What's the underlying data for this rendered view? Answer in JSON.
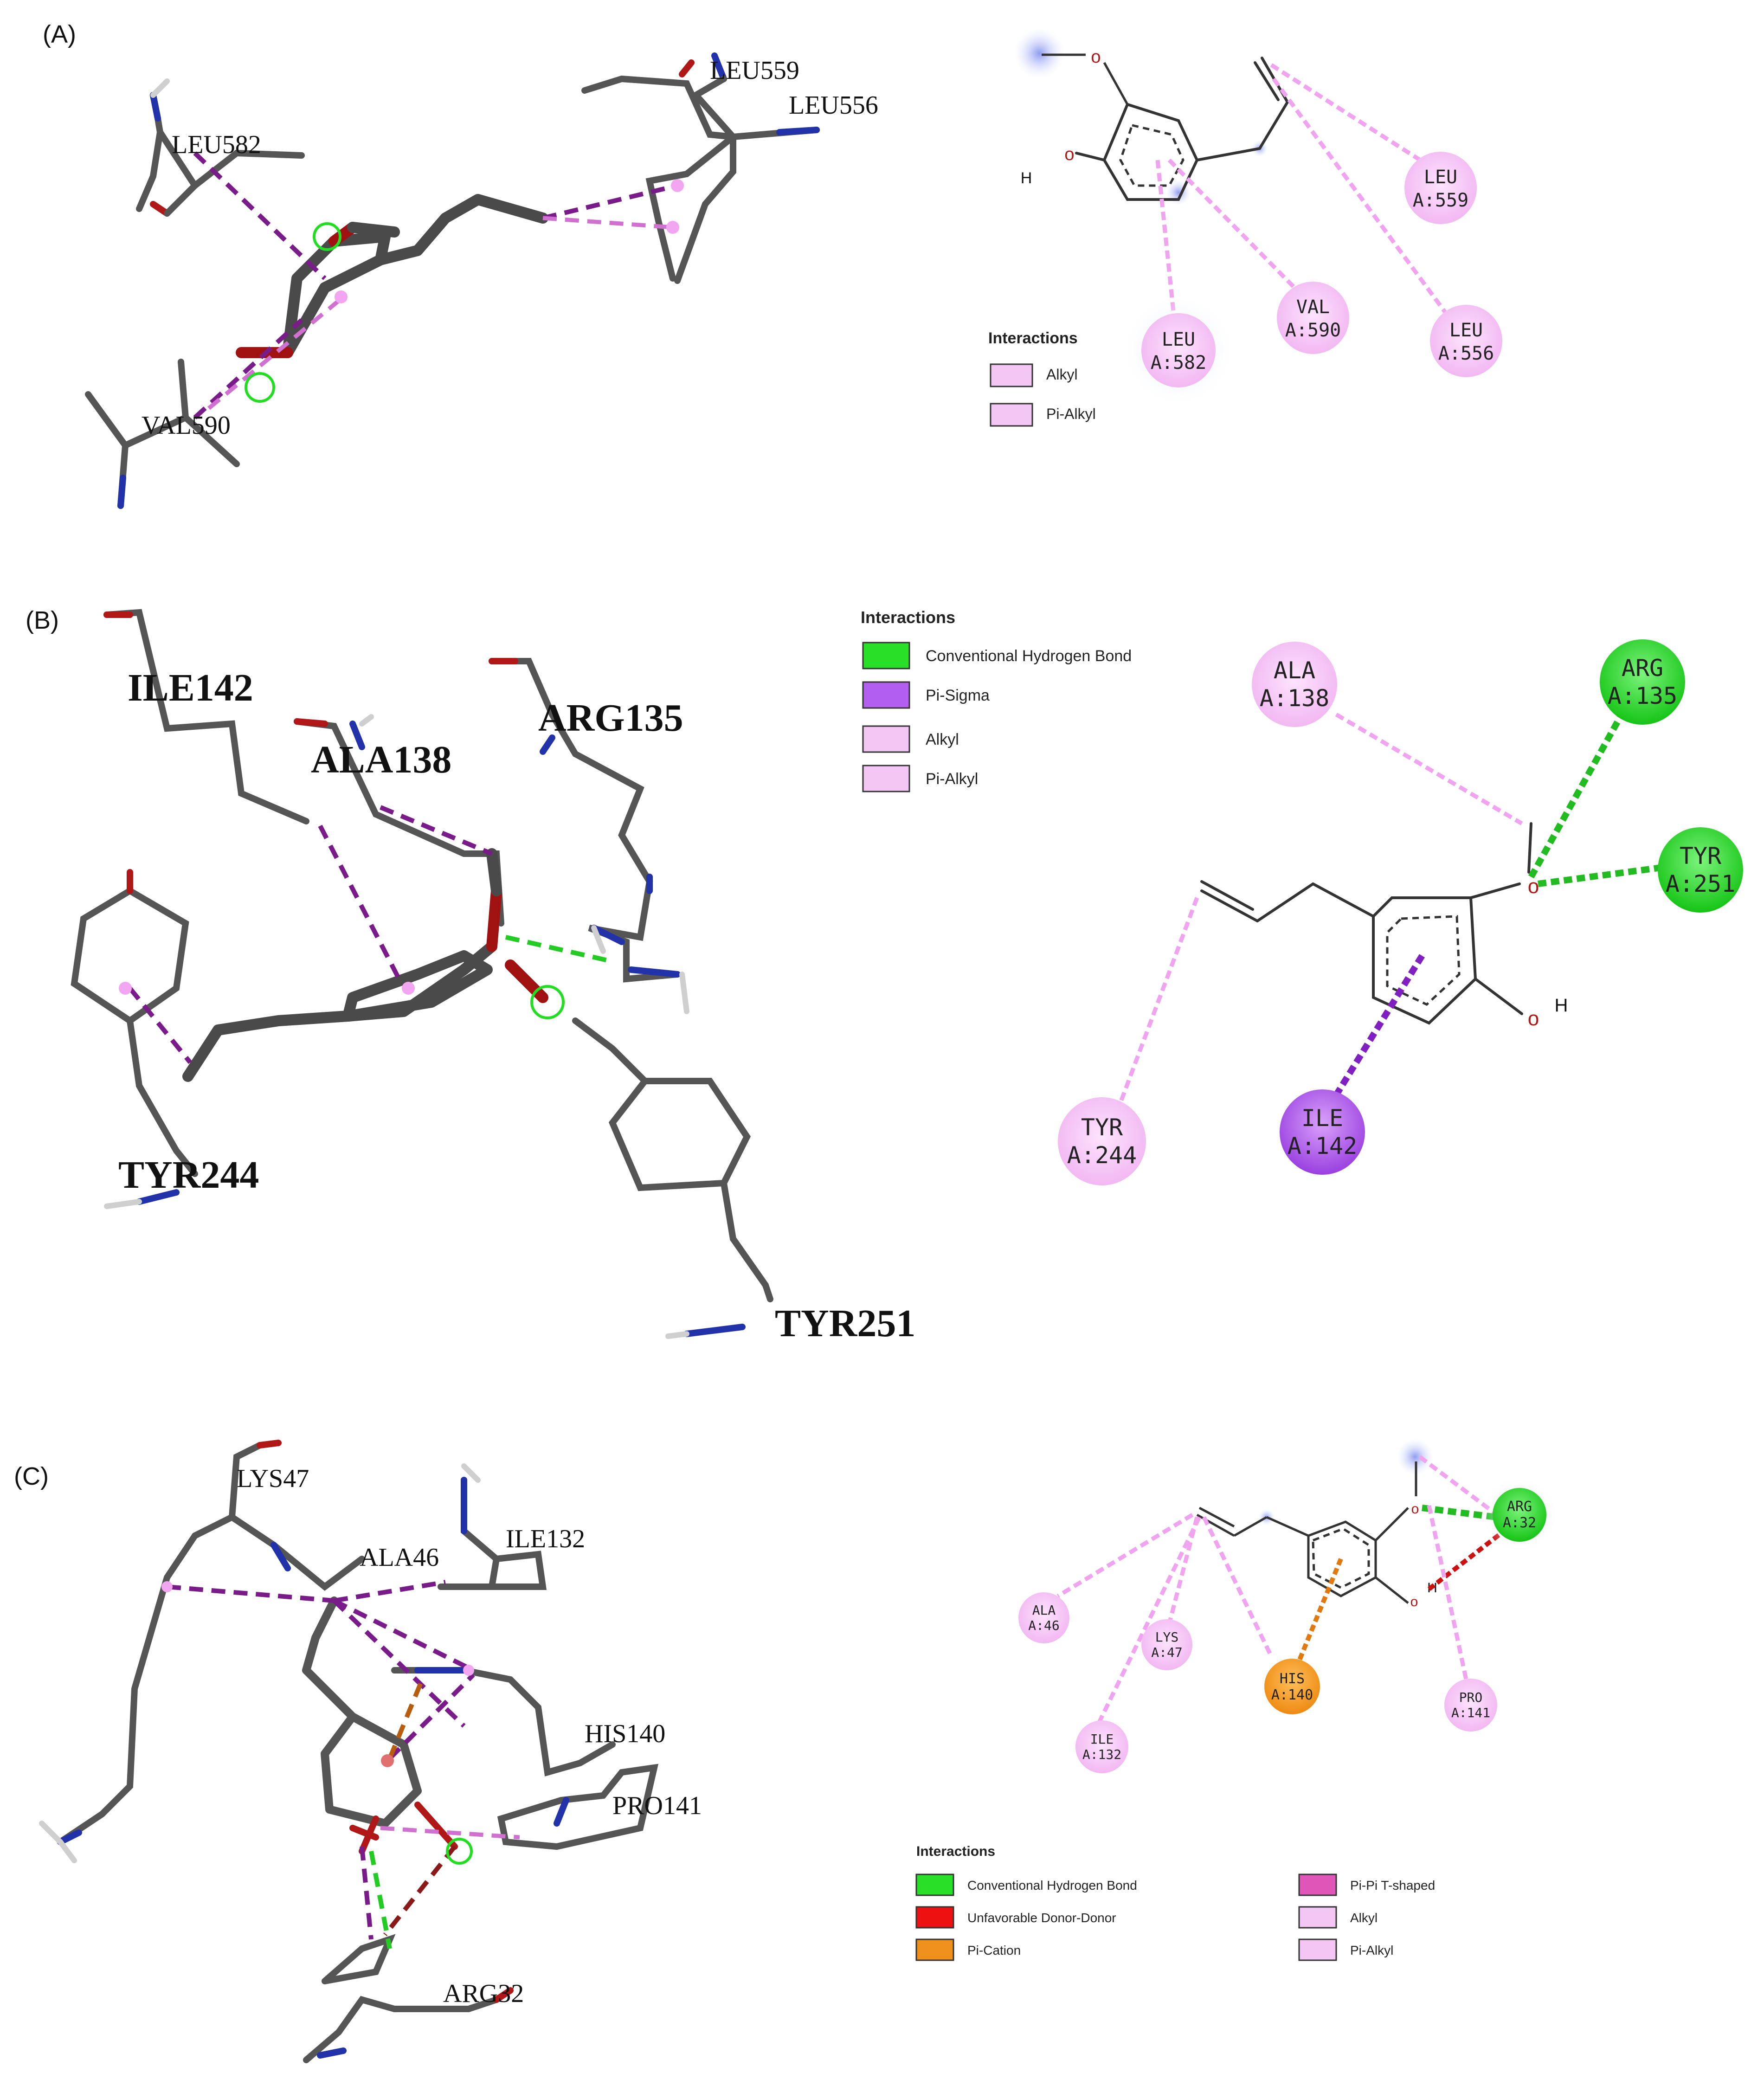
{
  "colors": {
    "alkyl": "#f4c6f4",
    "pi_alkyl": "#f4c6f4",
    "conventional_hbond": "#28e028",
    "pi_sigma": "#b25ff0",
    "unfavorable_donor_donor": "#ee1111",
    "pi_cation": "#f0901c",
    "pi_pi_tshaped": "#e055b8"
  },
  "panels": [
    {
      "label": "(A)",
      "residues_3d": [
        "LEU582",
        "LEU559",
        "LEU556",
        "VAL590"
      ],
      "residues_2d": [
        {
          "name": "LEU",
          "num": "A:559"
        },
        {
          "name": "VAL",
          "num": "A:590"
        },
        {
          "name": "LEU",
          "num": "A:556"
        },
        {
          "name": "LEU",
          "num": "A:582"
        }
      ],
      "atom_labels": [
        "H"
      ],
      "legend": {
        "title": "Interactions",
        "items": [
          "Alkyl",
          "Pi-Alkyl"
        ]
      }
    },
    {
      "label": "(B)",
      "residues_3d": [
        "ILE142",
        "ALA138",
        "ARG135",
        "TYR244",
        "TYR251"
      ],
      "residues_2d": [
        {
          "name": "ALA",
          "num": "A:138"
        },
        {
          "name": "ARG",
          "num": "A:135"
        },
        {
          "name": "TYR",
          "num": "A:251"
        },
        {
          "name": "TYR",
          "num": "A:244"
        },
        {
          "name": "ILE",
          "num": "A:142"
        }
      ],
      "atom_labels": [
        "H"
      ],
      "legend": {
        "title": "Interactions",
        "items": [
          "Conventional Hydrogen Bond",
          "Pi-Sigma",
          "Alkyl",
          "Pi-Alkyl"
        ]
      }
    },
    {
      "label": "(C)",
      "residues_3d": [
        "LYS47",
        "ALA46",
        "ILE132",
        "HIS140",
        "PRO141",
        "ARG32"
      ],
      "residues_2d": [
        {
          "name": "ARG",
          "num": "A:32"
        },
        {
          "name": "ALA",
          "num": "A:46"
        },
        {
          "name": "LYS",
          "num": "A:47"
        },
        {
          "name": "HIS",
          "num": "A:140"
        },
        {
          "name": "PRO",
          "num": "A:141"
        },
        {
          "name": "ILE",
          "num": "A:132"
        }
      ],
      "atom_labels": [
        "H"
      ],
      "legend": {
        "title": "Interactions",
        "items": [
          "Conventional Hydrogen Bond",
          "Unfavorable Donor-Donor",
          "Pi-Cation",
          "Pi-Pi T-shaped",
          "Alkyl",
          "Pi-Alkyl"
        ]
      }
    }
  ]
}
